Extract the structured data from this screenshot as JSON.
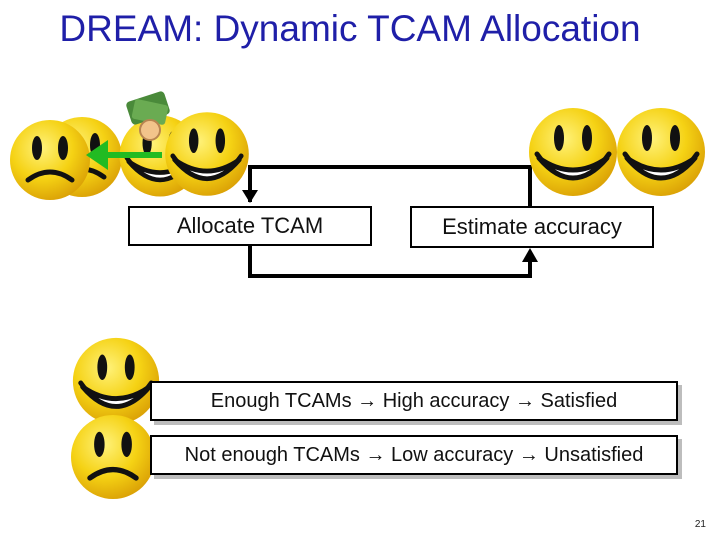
{
  "slide": {
    "title": "DREAM: Dynamic TCAM Allocation",
    "page_number": "21"
  },
  "loop": {
    "allocate_label": "Allocate TCAM",
    "estimate_label": "Estimate accuracy"
  },
  "legend": {
    "satisfied_line": "Enough TCAMs → High accuracy → Satisfied",
    "unsatisfied_line": "Not enough TCAMs → Low accuracy → Unsatisfied"
  },
  "colors": {
    "title": "#1f1fa8",
    "face_fill": "#f5d214",
    "face_edge": "#d4a307",
    "transfer_arrow": "#22bb22",
    "money": "#4a8a3a"
  },
  "icons": [
    "sad-face-icon",
    "happy-face-icon",
    "money-hand-icon",
    "green-arrow-icon"
  ]
}
